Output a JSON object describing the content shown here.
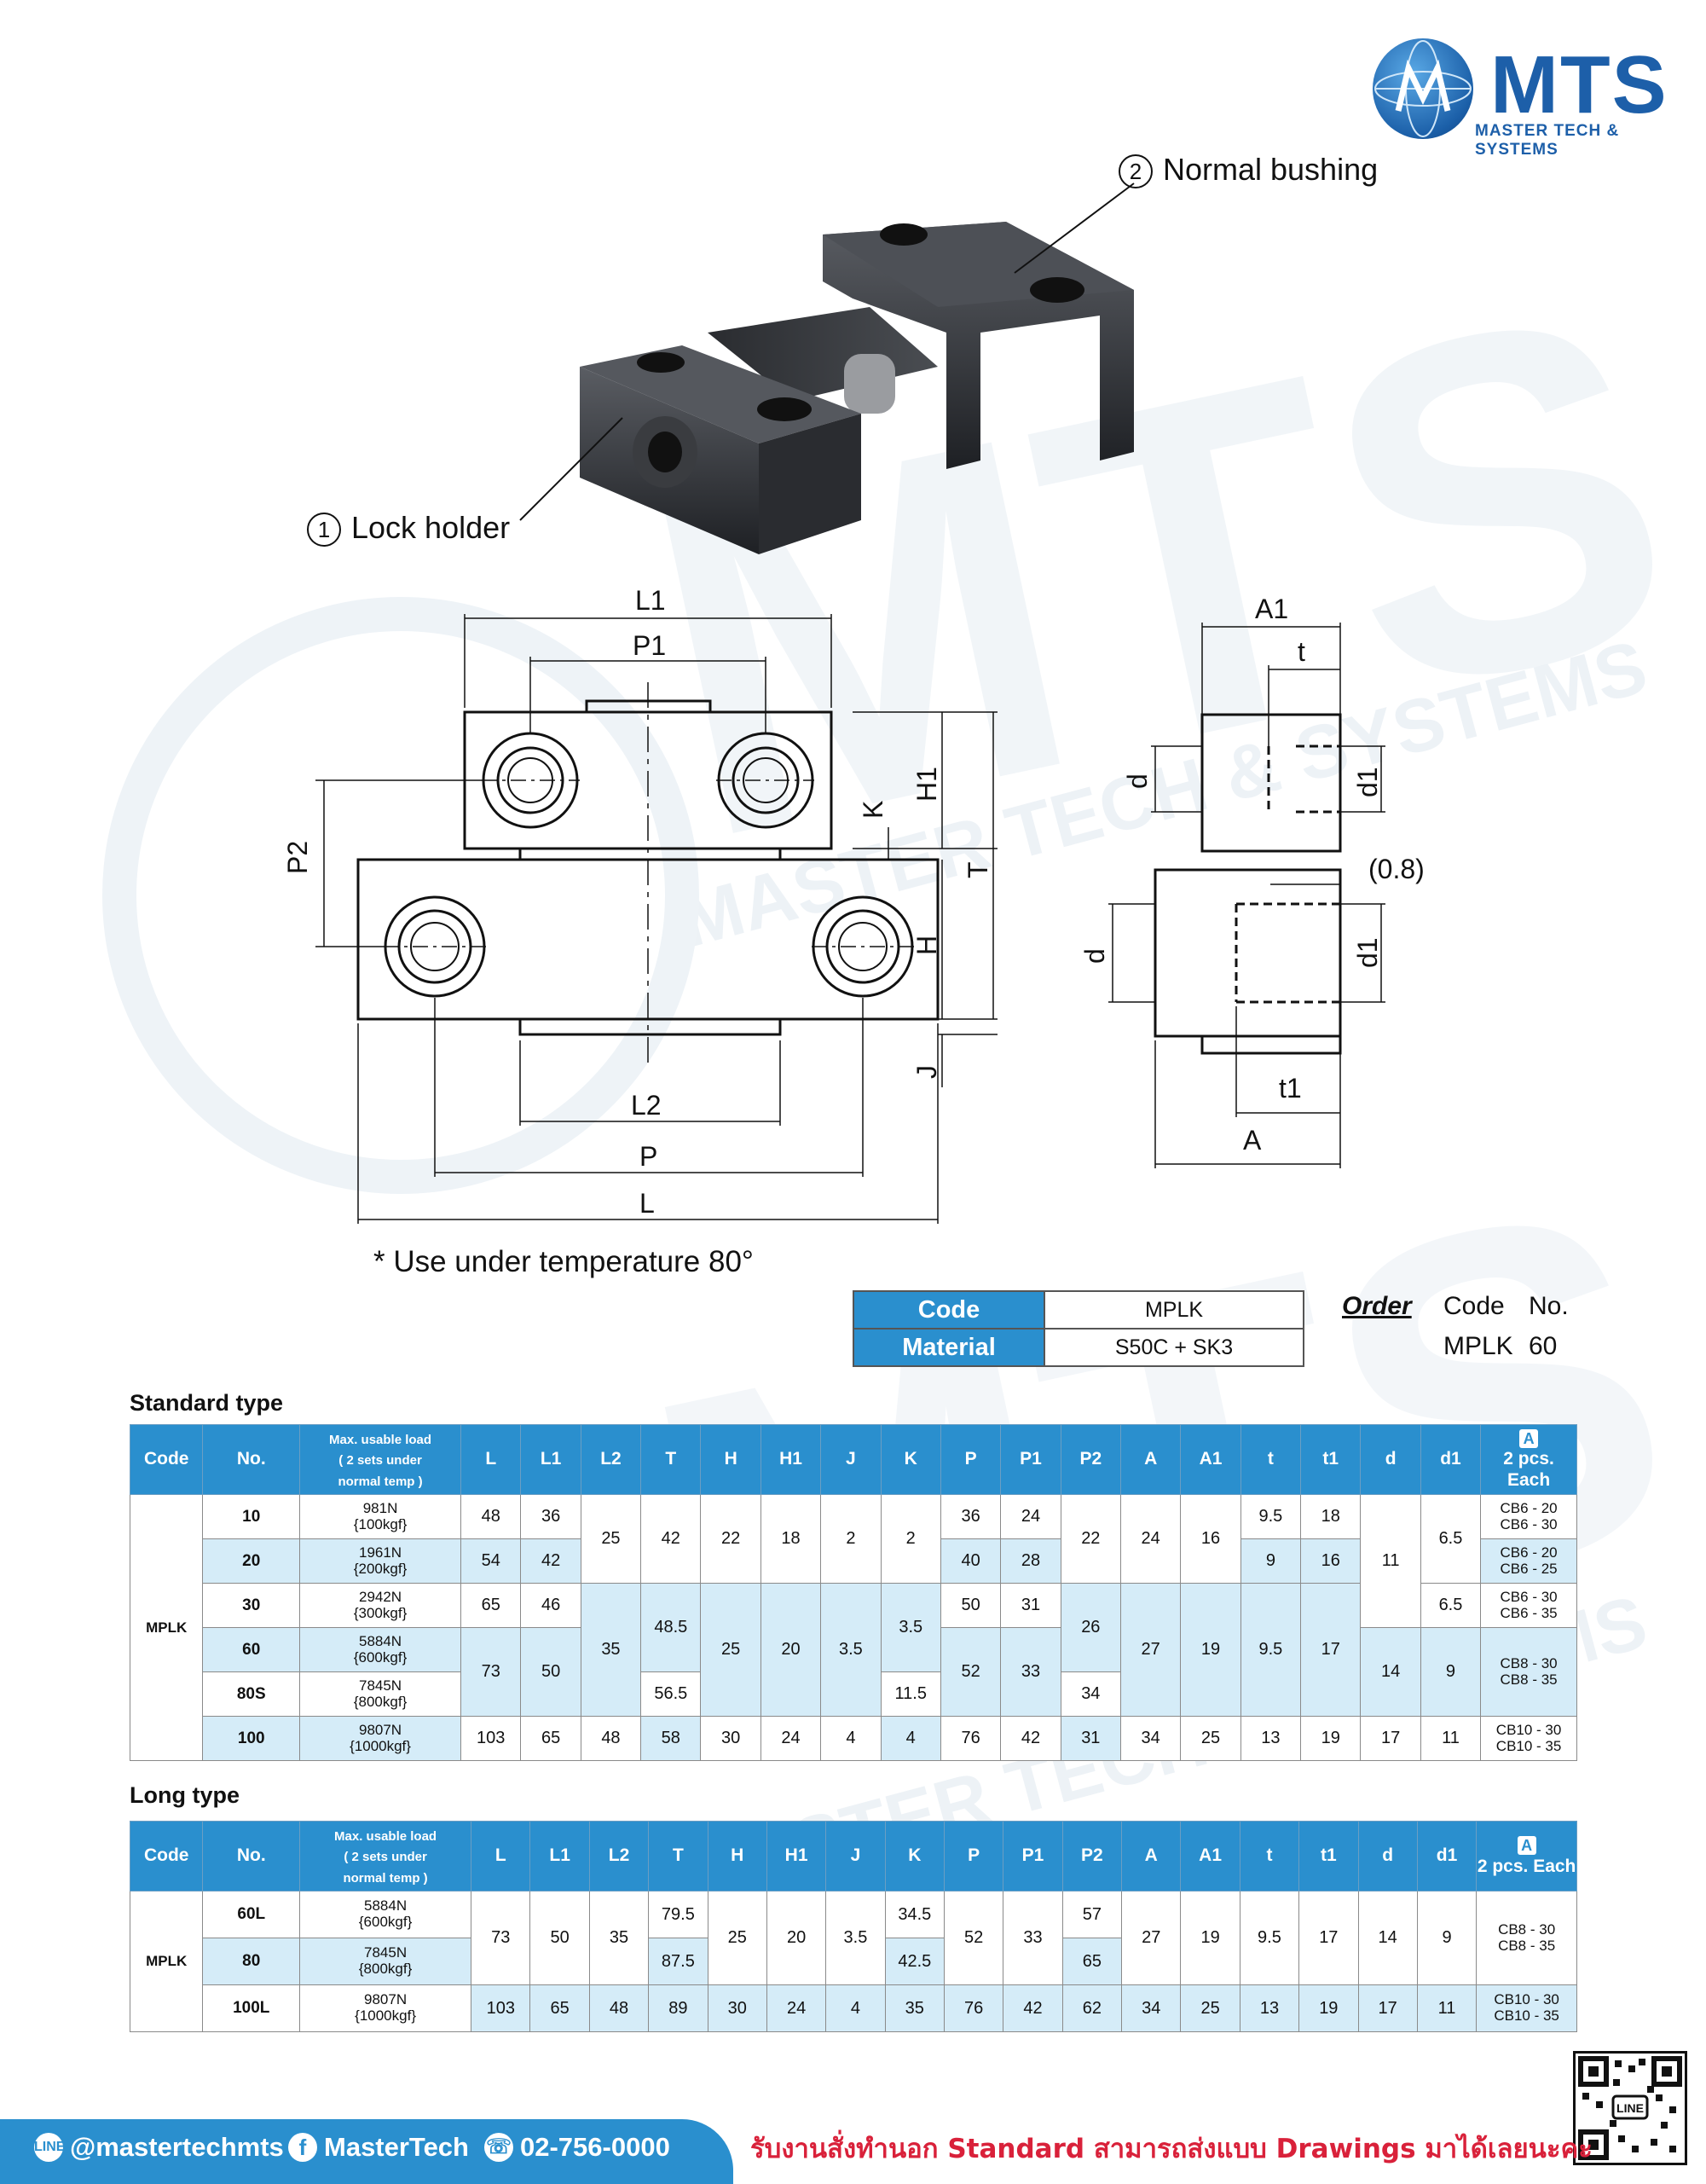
{
  "brand": {
    "name": "MTS",
    "tagline": "MASTER TECH & SYSTEMS"
  },
  "callouts": {
    "lock_holder": {
      "num": "1",
      "label": "Lock holder"
    },
    "bushing": {
      "num": "2",
      "label": "Normal bushing"
    }
  },
  "drawing_labels": {
    "L1": "L1",
    "P1": "P1",
    "P2": "P2",
    "K": "K",
    "H1": "H1",
    "H": "H",
    "T": "T",
    "J": "J",
    "L2": "L2",
    "P": "P",
    "L": "L",
    "A1": "A1",
    "t": "t",
    "d": "d",
    "d1": "d1",
    "gap": "(0.8)",
    "t1": "t1",
    "A": "A"
  },
  "note": "* Use under temperature 80°",
  "spec": {
    "code_label": "Code",
    "code_value": "MPLK",
    "material_label": "Material",
    "material_value": "S50C + SK3"
  },
  "order": {
    "label": "Order",
    "code": "Code",
    "no": "No.",
    "code_value": "MPLK",
    "no_value": "60"
  },
  "standard": {
    "title": "Standard type",
    "headers": [
      "Code",
      "No.",
      "Max. usable load",
      "( 2 sets under",
      "normal temp )",
      "L",
      "L1",
      "L2",
      "T",
      "H",
      "H1",
      "J",
      "K",
      "P",
      "P1",
      "P2",
      "A",
      "A1",
      "t",
      "t1",
      "d",
      "d1",
      "A",
      "2 pcs. Each"
    ],
    "code": "MPLK",
    "rows": [
      {
        "no": "10",
        "load1": "981N",
        "load2": "{100kgf}",
        "L": "48",
        "L1": "36",
        "P": "36",
        "P1": "24",
        "t": "9.5",
        "t1": "18",
        "b1": "CB6 - 20",
        "b2": "CB6 - 30"
      },
      {
        "no": "20",
        "load1": "1961N",
        "load2": "{200kgf}",
        "L": "54",
        "L1": "42",
        "P": "40",
        "P1": "28",
        "t": "9",
        "t1": "16",
        "b1": "CB6 - 20",
        "b2": "CB6 - 25"
      },
      {
        "no": "30",
        "load1": "2942N",
        "load2": "{300kgf}",
        "L": "65",
        "L1": "46",
        "P": "50",
        "P1": "31",
        "d1": "6.5",
        "b1": "CB6 - 30",
        "b2": "CB6 - 35"
      },
      {
        "no": "60",
        "load1": "5884N",
        "load2": "{600kgf}"
      },
      {
        "no": "80S",
        "load1": "7845N",
        "load2": "{800kgf}",
        "T": "56.5",
        "K": "11.5",
        "P2": "34"
      },
      {
        "no": "100",
        "load1": "9807N",
        "load2": "{1000kgf}",
        "L": "103",
        "L1": "65",
        "L2": "48",
        "T": "58",
        "H": "30",
        "H1": "24",
        "J": "4",
        "K": "4",
        "P": "76",
        "P1": "42",
        "P2": "31",
        "A": "34",
        "A1": "25",
        "t": "13",
        "t1": "19",
        "d": "17",
        "d1": "11",
        "b1": "CB10 - 30",
        "b2": "CB10 - 35"
      }
    ],
    "merged": {
      "L2_a": "25",
      "T_a": "42",
      "H_a": "22",
      "H1_a": "18",
      "J_a": "2",
      "K_a": "2",
      "P2_a": "22",
      "A_a": "24",
      "A1_a": "16",
      "d1_a": "6.5",
      "d_a": "11",
      "L_b": "73",
      "L1_b": "50",
      "L2_b": "35",
      "T_b": "48.5",
      "H_b": "25",
      "H1_b": "20",
      "J_b": "3.5",
      "K_b": "3.5",
      "P_b": "52",
      "P1_b": "33",
      "P2_b": "26",
      "A_b": "27",
      "A1_b": "19",
      "t_b": "9.5",
      "t1_b": "17",
      "d_b": "14",
      "d1_b": "9",
      "b1_b": "CB8 - 30",
      "b2_b": "CB8 - 35"
    }
  },
  "long": {
    "title": "Long type",
    "code": "MPLK",
    "rows": [
      {
        "no": "60L",
        "T": "79.5",
        "K": "34.5",
        "P2": "57"
      },
      {
        "no": "80",
        "T": "87.5",
        "K": "42.5",
        "P2": "65"
      },
      {
        "no": "100L",
        "load1": "9807N",
        "load2": "{1000kgf}",
        "L": "103",
        "L1": "65",
        "L2": "48",
        "T": "89",
        "H": "30",
        "H1": "24",
        "J": "4",
        "K": "35",
        "P": "76",
        "P1": "42",
        "P2": "62",
        "A": "34",
        "A1": "25",
        "t": "13",
        "t1": "19",
        "d": "17",
        "d1": "11",
        "b1": "CB10 - 30",
        "b2": "CB10 - 35"
      }
    ],
    "loads": [
      {
        "l1": "5884N",
        "l2": "{600kgf}"
      },
      {
        "l1": "7845N",
        "l2": "{800kgf}"
      }
    ],
    "merged": {
      "L": "73",
      "L1": "50",
      "L2": "35",
      "H": "25",
      "H1": "20",
      "J": "3.5",
      "P": "52",
      "P1": "33",
      "A": "27",
      "A1": "19",
      "t": "9.5",
      "t1": "17",
      "d": "14",
      "d1": "9",
      "b1": "CB8 - 30",
      "b2": "CB8 - 35"
    }
  },
  "footer": {
    "line": "@mastertechmts",
    "facebook": "MasterTech",
    "phone": "02-756-0000",
    "thai": "รับงานสั่งทำนอก Standard สามารถส่งแบบ Drawings มาได้เลยนะคะ",
    "qr_label": "LINE",
    "line_ic": "LINE",
    "fb_ic": "f",
    "phone_ic": "☏"
  }
}
